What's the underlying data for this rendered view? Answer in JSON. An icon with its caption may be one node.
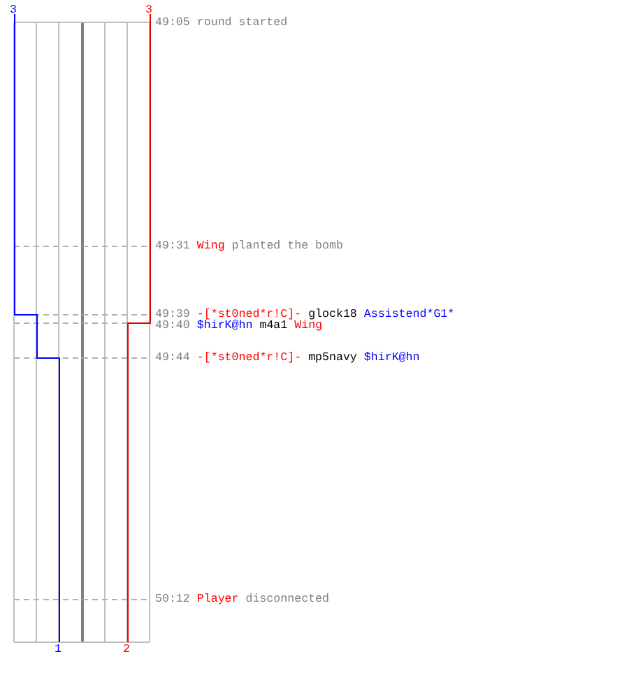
{
  "diagram": {
    "labels": [
      "3",
      "3",
      "49:05",
      "round started",
      "49:31",
      "Wing",
      "planted the bomb",
      "49:39",
      "-[*st0ned*r!C]-",
      "glock18",
      "Assistend*G1*",
      "49:40",
      "$hirK@hn",
      "m4a1",
      "Wing",
      "49:44",
      "-[*st0ned*r!C]-",
      "mp5navy",
      "$hirK@hn",
      "50:12",
      "Player",
      "disconnected",
      "1",
      "2"
    ]
  }
}
